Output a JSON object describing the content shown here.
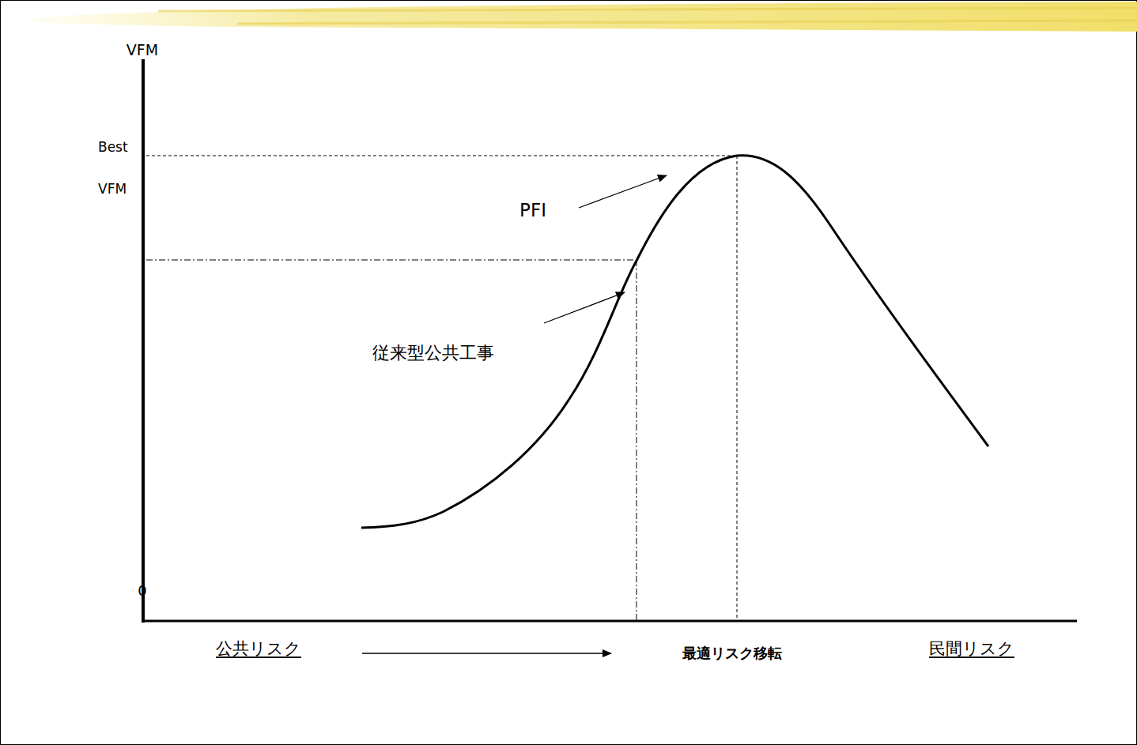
{
  "diagram": {
    "labels": [
      "VFM",
      "Best VFM",
      "PFI",
      "従来型公共工事",
      "0",
      "公共リスク",
      "最適リスク移転",
      "民間リスク"
    ]
  }
}
